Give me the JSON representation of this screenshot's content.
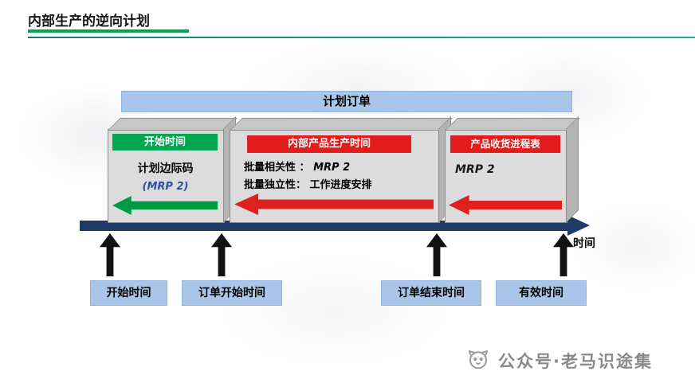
{
  "slide": {
    "title": "内部生产的逆向计划",
    "watermark_text": "公众号·老马识途集"
  },
  "colors": {
    "banner_blue": "#A9C6E8",
    "green": "#00A650",
    "red": "#E01F1F",
    "timeline_navy": "#203A66",
    "box_gray": "#DCDCDC"
  },
  "diagram": {
    "banner": "计划订单",
    "left_box": {
      "header": "开始时间",
      "line1": "计划边际码",
      "line2": "(MRP 2)"
    },
    "middle_box": {
      "header": "内部产品生产时间",
      "row1_label": "批量相关性 ：",
      "row1_value": "MRP 2",
      "row2_label": "批量独立性：",
      "row2_value": "工作进度安排"
    },
    "right_box": {
      "header": "产品收货进程表",
      "line1": "MRP 2"
    },
    "timeline_label": "时间",
    "bottom_labels": [
      "开始时间",
      "订单开始时间",
      "订单结束时间",
      "有效时间"
    ]
  }
}
